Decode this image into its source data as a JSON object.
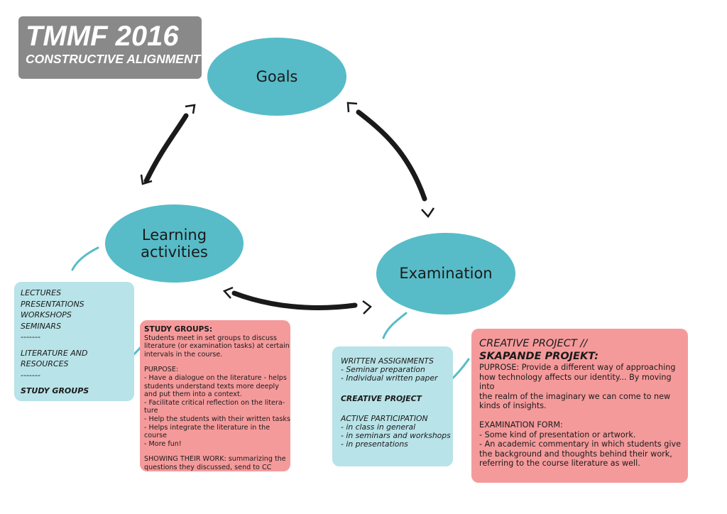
{
  "title": {
    "main": "TMMF 2016",
    "sub": "CONSTRUCTIVE ALIGNMENT"
  },
  "nodes": {
    "goals": "Goals",
    "learning_line1": "Learning",
    "learning_line2": "activities",
    "examination": "Examination"
  },
  "learning_box": {
    "items": [
      "LECTURES",
      "PRESENTATIONS",
      "WORKSHOPS",
      "SEMINARS",
      "-------",
      "LITERATURE AND RESOURCES",
      "-------",
      "STUDY GROUPS"
    ]
  },
  "study_box": {
    "heading": "STUDY GROUPS:",
    "intro": [
      "Students meet in set groups to discuss",
      "literature (or examination tasks) at certain",
      "intervals in the course."
    ],
    "purpose_label": "PURPOSE:",
    "purpose": [
      "- Have a dialogue on the literature - helps",
      "students understand texts more deeply",
      "and put them into a context.",
      "- Facilitate critical reflection on the litera-",
      "ture",
      "- Help the students with their written tasks",
      "- Helps integrate the literature in the course",
      "- More fun!"
    ],
    "showing": [
      "SHOWING THEIR WORK: summarizing the",
      "questions they discussed, send to CC"
    ]
  },
  "exam_box": {
    "written": [
      "WRITTEN ASSIGNMENTS",
      "- Seminar preparation",
      "- Individual written paper"
    ],
    "creative": "CREATIVE  PROJECT",
    "active": [
      "ACTIVE PARTICIPATION",
      "- in class in general",
      "- in seminars and workshops",
      "- in presentations"
    ]
  },
  "creative_box": {
    "title1": "CREATIVE PROJECT //",
    "title2": "SKAPANDE PROJEKT:",
    "purpose": [
      "PUPROSE: Provide a different way of approaching",
      "how technology affects our identity... By moving into",
      "the realm of the imaginary we can come to new",
      "kinds of insights."
    ],
    "exam_label": "EXAMINATION FORM:",
    "exam": [
      "- Some kind of presentation or artwork.",
      "- An academic commentary in which students give",
      "the background and thoughts behind their work,",
      "referring to the course literature as well."
    ]
  },
  "colors": {
    "ellipse": "#57bcc8",
    "blue_box": "#b8e3e8",
    "pink_box": "#f59a9b",
    "title_bg": "#898989",
    "arrow": "#1a1a1a",
    "connector": "#57bcc8"
  }
}
